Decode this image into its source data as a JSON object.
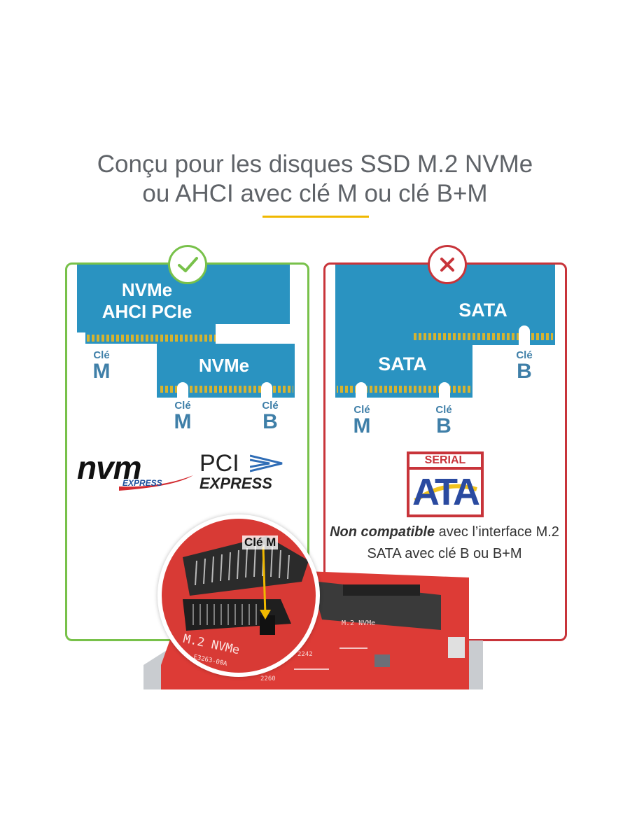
{
  "header": {
    "line1": "Conçu pour les disques SSD M.2 NVMe",
    "line2": "ou AHCI avec clé M ou clé B+M"
  },
  "colors": {
    "compatible": "#78c14a",
    "incompatible": "#c8343a",
    "card": "#2a93c1",
    "accent_line": "#f0b800",
    "key_text": "#3f7fa8"
  },
  "compatible_panel": {
    "badge_icon": "checkmark-icon",
    "card_top_label_line1": "NVMe",
    "card_top_label_line2": "AHCI PCIe",
    "card_top_key_small": "Clé",
    "card_top_key_big": "M",
    "card_bottom_label": "NVMe",
    "card_bottom_key1_small": "Clé",
    "card_bottom_key1_big": "M",
    "card_bottom_key2_small": "Clé",
    "card_bottom_key2_big": "B",
    "logo1_main": "nvm",
    "logo1_sub": "EXPRESS",
    "logo2_main": "PCI",
    "logo2_sub": "EXPRESS"
  },
  "incompatible_panel": {
    "badge_icon": "x-icon",
    "card_top_label": "SATA",
    "card_top_key_small": "Clé",
    "card_top_key_big": "B",
    "card_bottom_label": "SATA",
    "card_bottom_key1_small": "Clé",
    "card_bottom_key1_big": "M",
    "card_bottom_key2_small": "Clé",
    "card_bottom_key2_big": "B",
    "logo_top": "SERIAL",
    "logo_main": "ATA",
    "note_bold": "Non compatible",
    "note_rest": " avec l’interface M.2 SATA avec clé B ou B+M"
  },
  "product": {
    "callout_label": "Clé M",
    "board_print": "M.2 NVMe",
    "board_print_small": "M.2 NVMe",
    "pcb_codes": [
      "2242",
      "2260",
      "E3263-00A"
    ]
  }
}
